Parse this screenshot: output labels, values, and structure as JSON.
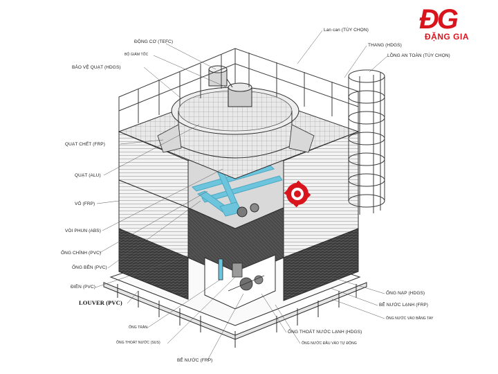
{
  "brand": {
    "mark": "ĐG",
    "name": "ĐẶNG GIA",
    "color": "#d8141c"
  },
  "labels": {
    "motor": "ĐỘNG CƠ (TEFC)",
    "reducer": "BỘ GIẢM TỐC",
    "fan_guard": "BẢO VỆ QUẠT (HDGS)",
    "fan_blade": "QUẠT CHẾT (FRP)",
    "fan": "QUẠT (ALU)",
    "shell": "VỎ (FRP)",
    "nozzle": "VÒI PHUN (ABS)",
    "main_pipe": "ỐNG CHÍNH (PVC)",
    "side_pipe": "ỐNG BÊN (PVC)",
    "fill": "ĐIỀN (PVC)",
    "louver": "LOUVER (PVC)",
    "overflow": "ỐNG TRÀN",
    "drain": "ỐNG THOÁT NƯỚC (SUS)",
    "basin": "BỂ NƯỚC (FRP)",
    "handrail": "Lan can (TÙY CHỌN)",
    "ladder": "THANG (HDGS)",
    "safety_cage": "LỒNG AN TOÀN (TÙY CHỌN)",
    "inlet_pipe": "ỐNG NẠP (HDGS)",
    "cold_basin": "BỂ NƯỚC LẠNH (FRP)",
    "manual_makeup": "ỐNG NƯỚC VÀO BẰNG TAY",
    "cold_outlet": "ỐNG THOÁT NƯỚC LẠNH (HDGS)",
    "auto_makeup": "ỐNG NƯỚC ĐẦU VÀO TỰ ĐỘNG"
  },
  "colors": {
    "line": "#2b2b2b",
    "pipe": "#6cc5dd",
    "shell": "#f1f1f1",
    "louver": "#3a3a3a",
    "accent": "#d8141c"
  },
  "icons": {
    "emblem": "gear-emblem-icon"
  }
}
